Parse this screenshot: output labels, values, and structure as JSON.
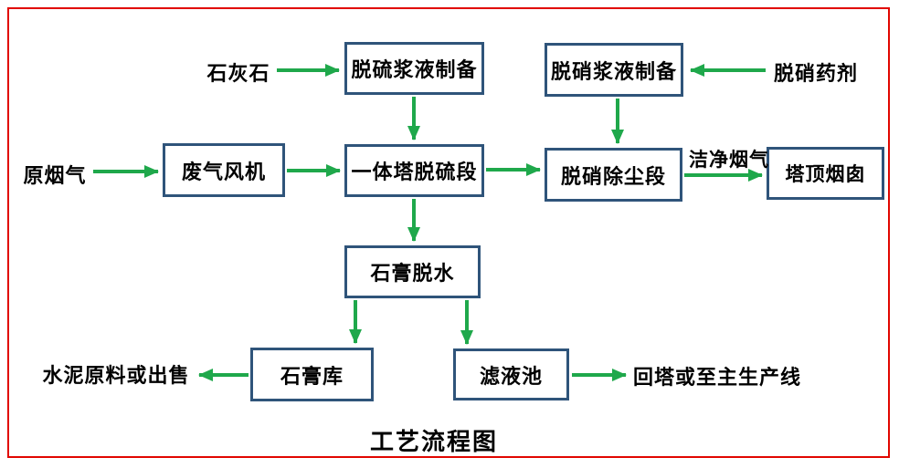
{
  "title": "工艺流程图",
  "colors": {
    "frame_border": "#e10600",
    "box_border": "#2f547a",
    "arrow": "#1fa84b",
    "text": "#000000",
    "background": "#ffffff"
  },
  "nodes": {
    "desulf_slurry": {
      "label": "脱硫浆液制备"
    },
    "denitr_slurry": {
      "label": "脱硝浆液制备"
    },
    "fan": {
      "label": "废气风机"
    },
    "tower": {
      "label": "一体塔脱硫段"
    },
    "dust": {
      "label": "脱硝除尘段"
    },
    "chimney": {
      "label": "塔顶烟囱"
    },
    "dewater": {
      "label": "石膏脱水"
    },
    "store": {
      "label": "石膏库"
    },
    "pool": {
      "label": "滤液池"
    }
  },
  "labels": {
    "limestone": "石灰石",
    "raw_gas": "原烟气",
    "denitr_agent": "脱硝药剂",
    "clean_gas": "洁净烟气",
    "cement_or_sale": "水泥原料或出售",
    "return_line": "回塔或至主生产线"
  },
  "edges": [
    {
      "from": "limestone",
      "to": "desulf_slurry"
    },
    {
      "from": "denitr_agent",
      "to": "denitr_slurry"
    },
    {
      "from": "desulf_slurry",
      "to": "tower"
    },
    {
      "from": "denitr_slurry",
      "to": "dust"
    },
    {
      "from": "raw_gas",
      "to": "fan"
    },
    {
      "from": "fan",
      "to": "tower"
    },
    {
      "from": "tower",
      "to": "dust"
    },
    {
      "from": "dust",
      "to": "chimney",
      "label": "洁净烟气"
    },
    {
      "from": "tower",
      "to": "dewater"
    },
    {
      "from": "dewater",
      "to": "store"
    },
    {
      "from": "dewater",
      "to": "pool"
    },
    {
      "from": "store",
      "to": "cement_or_sale"
    },
    {
      "from": "pool",
      "to": "return_line"
    }
  ]
}
